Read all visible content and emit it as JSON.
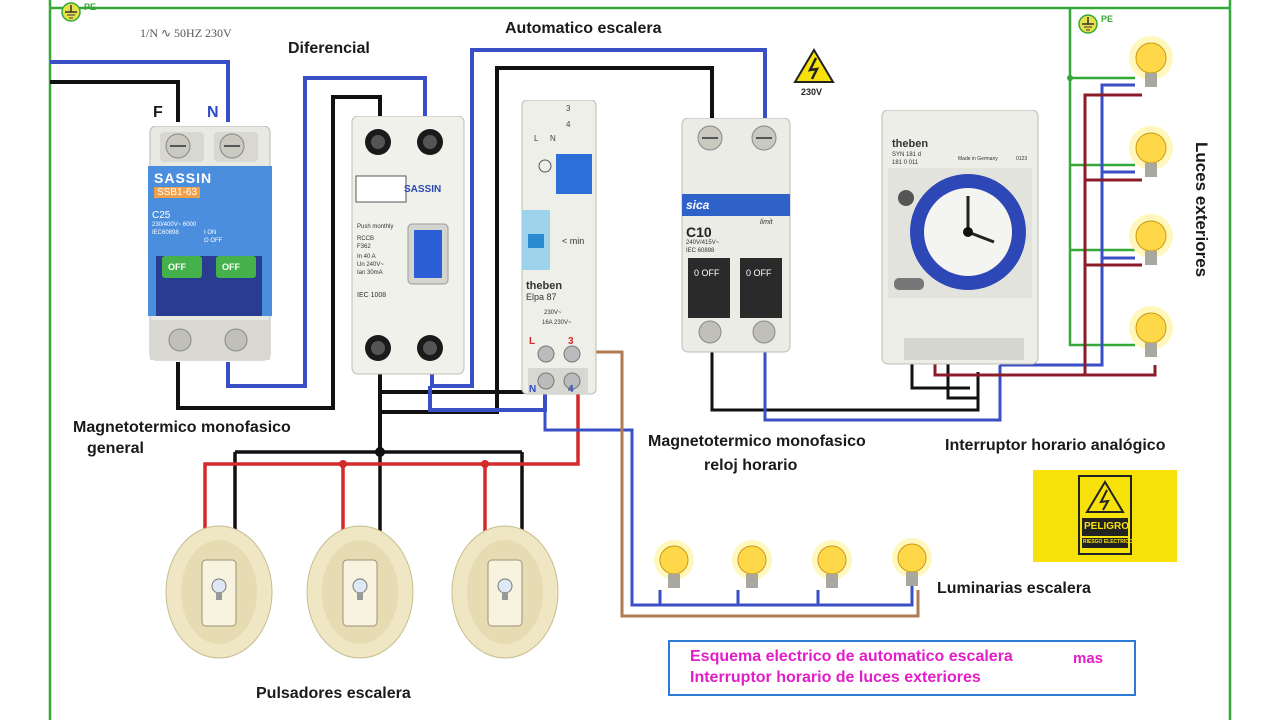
{
  "supply": {
    "spec": "1/N ∿ 50HZ   230V",
    "phase": "F",
    "neutral": "N",
    "earth": "PE"
  },
  "labels": {
    "diferencial": "Diferencial",
    "automatico": "Automatico escalera",
    "magneto_general_1": "Magnetotermico monofasico",
    "magneto_general_2": "general",
    "magneto_reloj_1": "Magnetotermico monofasico",
    "magneto_reloj_2": "reloj horario",
    "interruptor_horario": "Interruptor horario analógico",
    "luces_exteriores": "Luces exteriores",
    "luminarias": "Luminarias escalera",
    "pulsadores": "Pulsadores escalera",
    "voltage_warning": "230V"
  },
  "caption": {
    "line1": "Esquema electrico de automatico escalera",
    "line1b": "mas",
    "line2": "Interruptor horario de luces exteriores"
  },
  "devices": {
    "breaker_general": {
      "brand": "SASSIN",
      "model": "SSB1-63",
      "rating": "C25",
      "spec": "230/400V~ 6000",
      "std": "IEC60898",
      "state": "OFF",
      "on": "I ON",
      "off": "O OFF"
    },
    "rccb": {
      "brand": "SASSIN",
      "push": "Push monthly",
      "type": "RCCB",
      "model": "F362",
      "in": "In  40 A",
      "un": "Un  240V~",
      "ian": "Ian 30mA",
      "std": "IEC 1008"
    },
    "stair_timer": {
      "brand": "theben",
      "model": "Elpa 87",
      "min": "< min",
      "v1": "230V~",
      "v2": "16A 230V~",
      "t_l": "L",
      "t_3": "3",
      "t_n": "N",
      "t_4": "4",
      "top_l": "L",
      "top_n": "N",
      "top_3": "3",
      "top_4": "4"
    },
    "breaker_clock": {
      "brand": "sica",
      "rating": "C10",
      "spec": "240V/415V~",
      "std": "IEC 60898",
      "limit": "limit",
      "state": "0 OFF"
    },
    "time_switch": {
      "brand": "theben",
      "model": "SYN 181 d",
      "made": "Made in Germany",
      "code": "181 0 011",
      "year": "0123"
    }
  },
  "peligro": {
    "title": "PELIGRO",
    "subtitle": "RIESGO ELECTRICO"
  },
  "colors": {
    "phase": "#111111",
    "neutral": "#3a4fc6",
    "earth": "#35a83a",
    "switched_red": "#d42a2a",
    "lamp_return_brown": "#b07a55",
    "lamp_feed_red": "#8b1c2a",
    "caption_border": "#2d7bd6",
    "caption_text": "#e31ec8",
    "peligro_yellow": "#f6e20a"
  }
}
